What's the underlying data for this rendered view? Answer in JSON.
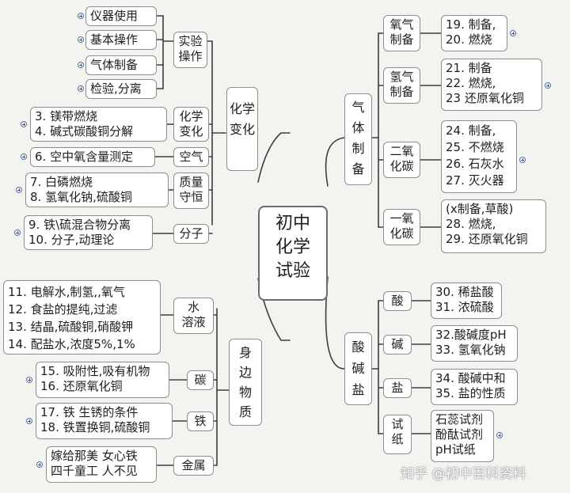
{
  "root": "初中\n化学\n试验",
  "left": {
    "exp": {
      "label": "实验\n操作",
      "items": [
        "仪器使用",
        "基本操作",
        "气体制备",
        "检验,分离"
      ]
    },
    "change": {
      "label": "化学\n变化",
      "groups": [
        {
          "label": "化学\n变化",
          "text": "3. 镁带燃烧\n4. 碱式碳酸铜分解"
        },
        {
          "label": "空气",
          "text": "6. 空中氧含量测定"
        },
        {
          "label": "质量\n守恒",
          "text": "7. 白磷燃烧\n8. 氢氧化钠,硫酸铜"
        },
        {
          "label": "分子",
          "text": "9. 铁\\硫混合物分离\n10. 分子,动理论"
        }
      ]
    },
    "matter": {
      "label": "身\n边\n物\n质",
      "groups": [
        {
          "label": "水\n溶液",
          "text": "11. 电解水,制氢,,氧气\n12. 食盐的提纯,过滤\n13. 结晶,硫酸铜,硝酸钾\n14. 配盐水,浓度5%,1%"
        },
        {
          "label": "碳",
          "text": "15. 吸附性,吸有机物\n16. 还原氧化铜"
        },
        {
          "label": "铁",
          "text": "17. 铁 生锈的条件\n18. 铁置换铜,硫酸铜"
        },
        {
          "label": "金属",
          "text": "嫁给那美 女心铁\n四千童工 人不见"
        }
      ]
    }
  },
  "right": {
    "gas": {
      "label": "气\n体\n制\n备",
      "groups": [
        {
          "label": "氧气\n制备",
          "text": "19. 制备,\n20. 燃烧"
        },
        {
          "label": "氢气\n制备",
          "text": "21. 制备\n22. 燃烧,\n23 还原氧化铜"
        },
        {
          "label": "二氧\n化碳",
          "text": "24. 制备,\n25. 不燃烧\n26. 石灰水\n27. 灭火器"
        },
        {
          "label": "一氧\n化碳",
          "text": "(x制备,草酸)\n28. 燃烧,\n29. 还原氧化铜"
        }
      ]
    },
    "acid": {
      "label": "酸\n碱\n盐",
      "groups": [
        {
          "label": "酸",
          "text": "30. 稀盐酸\n31. 浓硫酸"
        },
        {
          "label": "碱",
          "text": "32.酸碱度pH\n33. 氢氧化钠"
        },
        {
          "label": "盐",
          "text": "34. 酸碱中和\n35. 盐的性质"
        },
        {
          "label": "试\n纸",
          "text": "石蕊试剂\n酚酞试剂\npH试纸"
        }
      ]
    }
  },
  "watermark": "知乎 @初中百科资料"
}
